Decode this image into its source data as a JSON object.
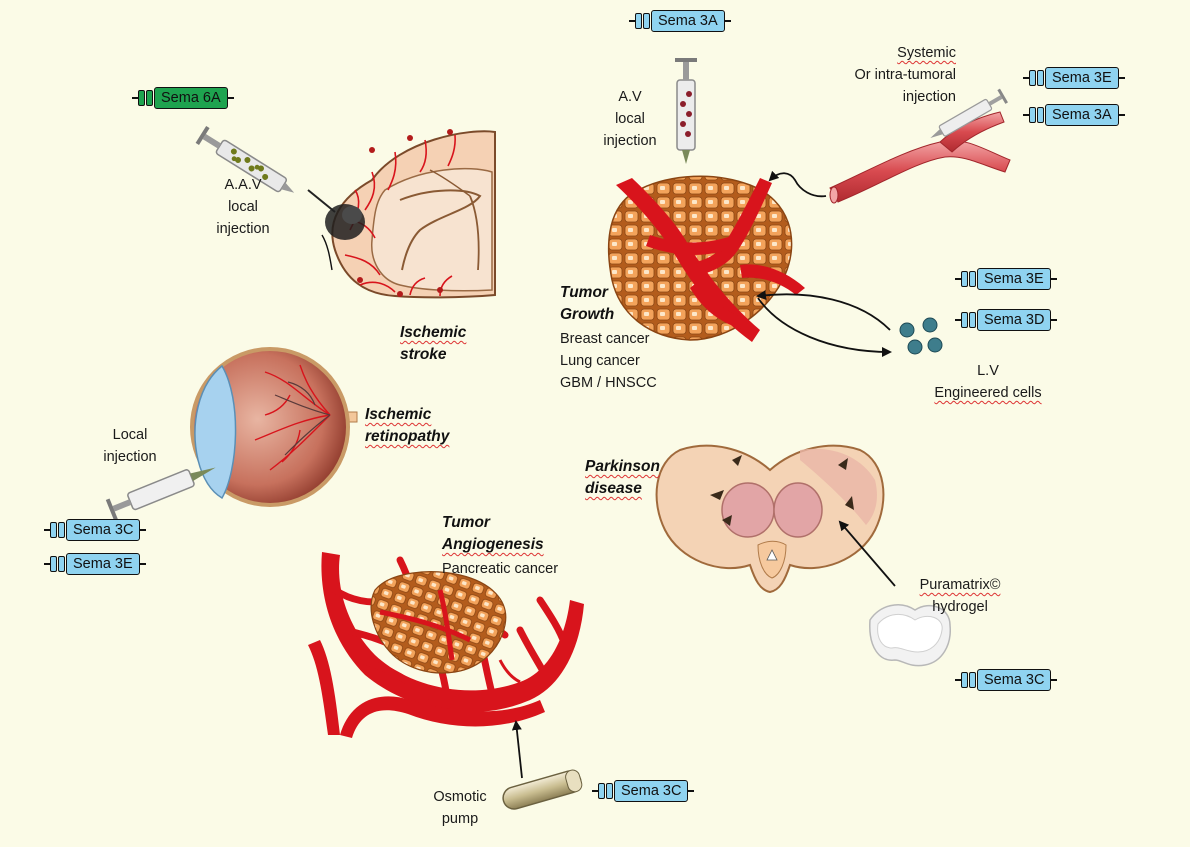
{
  "tags": {
    "sema6a": "Sema 6A",
    "sema3a_top": "Sema 3A",
    "sema3e_sys": "Sema 3E",
    "sema3a_sys": "Sema 3A",
    "sema3e_lv": "Sema 3E",
    "sema3d_lv": "Sema 3D",
    "sema3c_eye": "Sema 3C",
    "sema3e_eye": "Sema 3E",
    "sema3c_hydrogel": "Sema 3C",
    "sema3c_pump": "Sema 3C"
  },
  "labels": {
    "aav": [
      "A.A.V",
      "local",
      "injection"
    ],
    "av": [
      "A.V",
      "local",
      "injection"
    ],
    "systemic": [
      "Systemic",
      "Or intra-tumoral",
      "injection"
    ],
    "lv": [
      "L.V",
      "Engineered cells"
    ],
    "local_injection": [
      "Local",
      "injection"
    ],
    "puramatrix": [
      "Puramatrix©",
      "hydrogel"
    ],
    "osmotic": [
      "Osmotic",
      "pump"
    ]
  },
  "titles": {
    "stroke": [
      "Ischemic",
      "stroke"
    ],
    "retinopathy": [
      "Ischemic",
      "retinopathy"
    ],
    "tumor_growth": [
      "Tumor",
      "Growth"
    ],
    "parkinson": [
      "Parkinson",
      "disease"
    ],
    "angiogenesis": [
      "Tumor",
      "Angiogenesis"
    ]
  },
  "tumor_growth_cancers": [
    "Breast cancer",
    "Lung cancer",
    "GBM / HNSCC"
  ],
  "angiogenesis_cancer": "Pancreatic cancer",
  "colors": {
    "background": "#fbfbe7",
    "tag_blue": "#8fd3f0",
    "tag_green": "#1ea34f",
    "vessel": "#d8141c",
    "cell": "#f0a05a"
  }
}
